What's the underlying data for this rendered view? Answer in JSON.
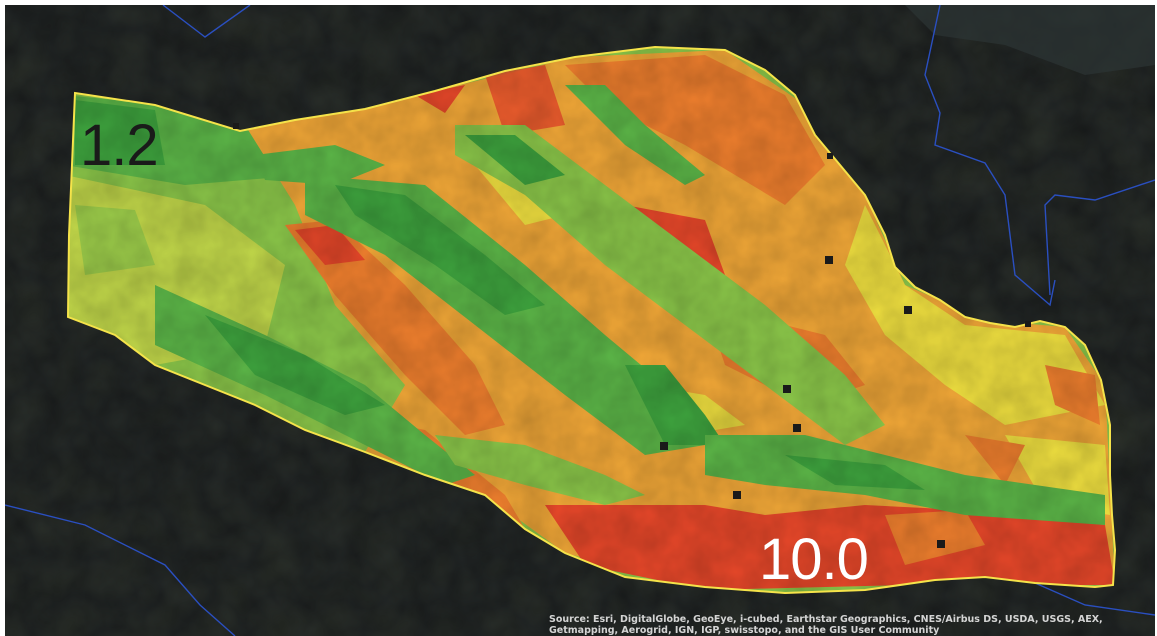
{
  "map": {
    "basemap": "satellite-imagery",
    "overlay": "field-raster-classified",
    "boundary_color": "#f5e34a",
    "grid_line_color": "#2a4fc0",
    "palette": {
      "dark_green": "#3ea33e",
      "green": "#5cb648",
      "light_green": "#8cc84a",
      "yellow_green": "#c2d84a",
      "yellow": "#f0e040",
      "orange_light": "#f2a838",
      "orange": "#ef7f2e",
      "red": "#e8482a"
    }
  },
  "labels": {
    "min_value": "1.2",
    "min_color": "#1a1a1a",
    "max_value": "10.0",
    "max_color": "#ffffff"
  },
  "attribution": "Source: Esri, DigitalGlobe, GeoEye, i-cubed, Earthstar Geographics, CNES/Airbus DS, USDA, USGS, AEX, Getmapping, Aerogrid, IGN, IGP, swisstopo, and the GIS User Community"
}
